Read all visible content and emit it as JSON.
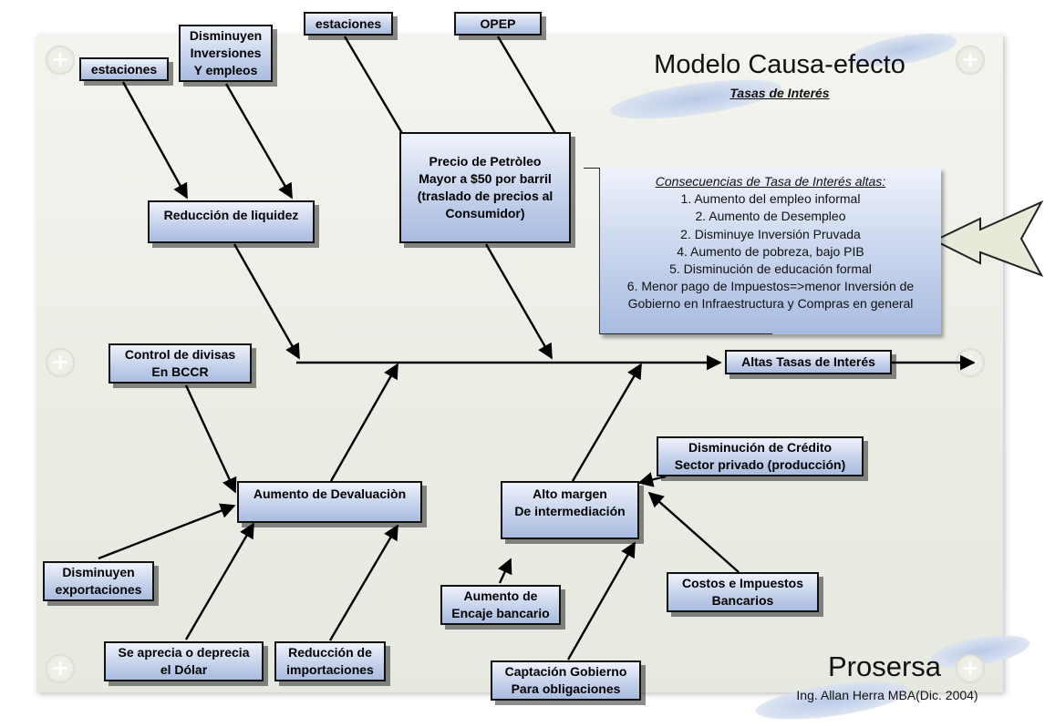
{
  "title": "Modelo Causa-efecto",
  "subtitle": "Tasas de Interés",
  "effect": "Altas Tasas de Interés",
  "causes": {
    "estaciones_left": "estaciones",
    "disminuyen_inversiones": "Disminuyen\nInversiones\nY empleos",
    "estaciones_center": "estaciones",
    "opep": "OPEP",
    "reduccion_liquidez": "Reducción de liquidez",
    "precio_petroleo": "Precio de Petròleo\nMayor a $50 por barril\n(traslado de precios al\nConsumidor)",
    "control_divisas": "Control de divisas\nEn BCCR",
    "aumento_devaluacion": "Aumento de Devaluaciòn",
    "disminuyen_exportaciones": "Disminuyen\nexportaciones",
    "aprecia_deprecia": "Se aprecia o deprecia\nel Dólar",
    "reduccion_importaciones": "Reducción de\nimportaciones",
    "alto_margen": "Alto margen\nDe intermediación",
    "disminucion_credito": "Disminución de Crédito\nSector privado (producción)",
    "costos_impuestos": "Costos e Impuestos\nBancarios",
    "aumento_encaje": "Aumento de\nEncaje bancario",
    "captacion_gobierno": "Captación Gobierno\nPara obligaciones"
  },
  "consequences": {
    "heading": "Consecuencias de Tasa de Interés altas:",
    "items": [
      "1. Aumento del empleo informal",
      "2. Aumento de Desempleo",
      "2. Disminuye Inversión Pruvada",
      "4. Aumento de pobreza, bajo PIB",
      "5. Disminución de educación formal",
      "6. Menor pago de Impuestos=>menor  Inversión de",
      "Gobierno en Infraestructura y Compras en general"
    ]
  },
  "brand": "Prosersa",
  "author": "Ing. Allan Herra MBA(Dic. 2004)",
  "colors": {
    "box_fill_top": "#eef2fb",
    "box_fill_bottom": "#a9bbe0",
    "arrow": "#000000",
    "callout_arrow_fill": "#e6ead9"
  },
  "icons": [
    "plus-corner-icon",
    "callout-arrow-icon"
  ]
}
